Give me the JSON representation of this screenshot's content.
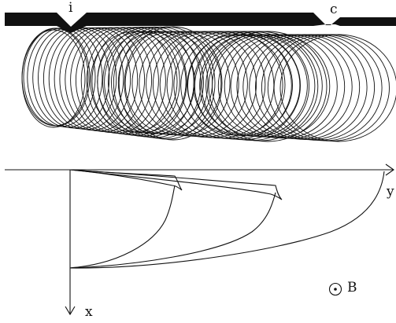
{
  "figure": {
    "labels": {
      "injection_slit": "i",
      "collector_slit": "c",
      "x_axis": "x",
      "y_axis": "y",
      "magnetic_field": "B"
    },
    "field_direction": "out-of-page",
    "upper_panel": {
      "description_type": "overlapping circular orbits below a plate with two slits",
      "orbit_groups": 3
    },
    "lower_panel": {
      "description_type": "guiding-center trajectories with cusps",
      "curve_count": 3
    }
  }
}
